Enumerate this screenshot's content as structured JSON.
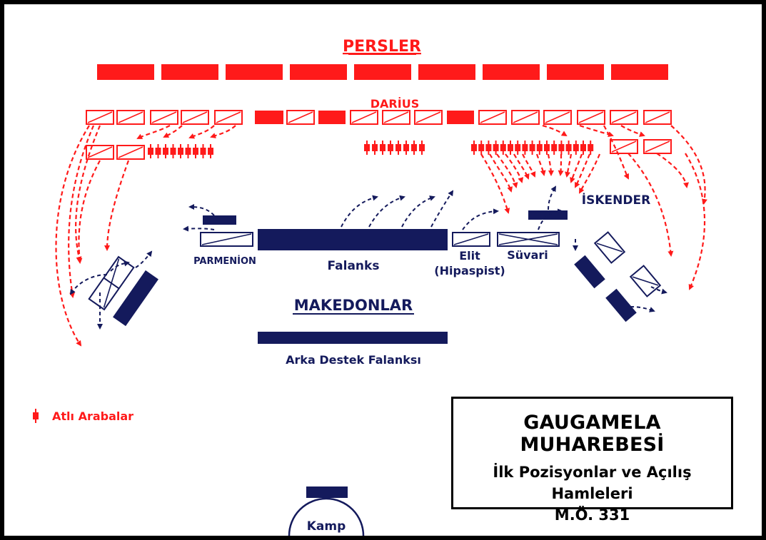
{
  "labels": {
    "persians": "PERSLER",
    "darius": "DARİUS",
    "alexander": "İSKENDER",
    "parmenion": "PARMENİON",
    "phalanx": "Falanks",
    "elite": "Elit",
    "hypaspists": "(Hipaspist)",
    "cavalry": "Süvari",
    "macedonians": "MAKEDONLAR",
    "rear_phalanx": "Arka Destek Falanksı",
    "camp": "Kamp"
  },
  "legend": {
    "chariots": "Atlı Arabalar"
  },
  "info": {
    "title": "GAUGAMELA MUHAREBESİ",
    "line1": "İlk Pozisyonlar ve Açılış",
    "line2": "Hamleleri",
    "line3": "M.Ö. 331"
  },
  "colors": {
    "persian": "#ff1a1a",
    "macedonian": "#141a5c",
    "background": "#ffffff",
    "frame": "#000000"
  }
}
